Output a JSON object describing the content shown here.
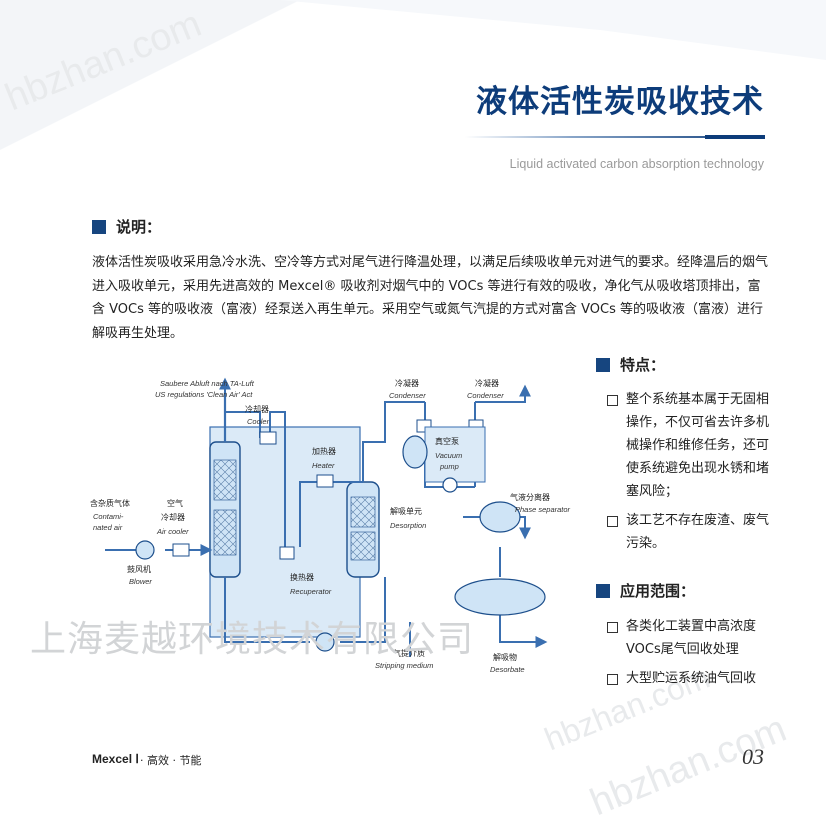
{
  "page": {
    "title": "液体活性炭吸收技术",
    "subtitle": "Liquid activated carbon absorption technology",
    "watermark": "hbzhan.com",
    "company": "上海麦越环境技术有限公司",
    "footer_brand": "Mexcel Ⅰ",
    "footer_tag": "· 高效 · 节能",
    "page_number": "03"
  },
  "description": {
    "heading": "说明：",
    "text": "液体活性炭吸收采用急冷水洗、空冷等方式对尾气进行降温处理，以满足后续吸收单元对进气的要求。经降温后的烟气进入吸收单元，采用先进高效的 Mexcel® 吸收剂对烟气中的 VOCs 等进行有效的吸收，净化气从吸收塔顶排出，富含 VOCs 等的吸收液（富液）经泵送入再生单元。采用空气或氮气汽提的方式对富含 VOCs 等的吸收液（富液）进行解吸再生处理。"
  },
  "features": {
    "heading": "特点：",
    "items": [
      "整个系统基本属于无固相操作，不仅可省去许多机械操作和维修任务，还可使系统避免出现水锈和堵塞风险；",
      "该工艺不存在废渣、废气污染。"
    ]
  },
  "applications": {
    "heading": "应用范围：",
    "items": [
      "各类化工装置中高浓度VOCs尾气回收处理",
      "大型贮运系统油气回收"
    ]
  },
  "diagram": {
    "clean_air_1": "Saubere Abluft nach TA-Luft",
    "clean_air_2": "US regulations 'Clean Air' Act",
    "cooler_cn": "冷却器",
    "cooler_en": "Cooler",
    "heater_cn": "加热器",
    "heater_en": "Heater",
    "condenser1_cn": "冷凝器",
    "condenser1_en": "Condenser",
    "condenser2_cn": "冷凝器",
    "condenser2_en": "Condenser",
    "vacuum_cn": "真空泵",
    "vacuum_en1": "Vacuum",
    "vacuum_en2": "pump",
    "desorption_cn": "解吸单元",
    "desorption_en": "Desorption",
    "contaminated_cn": "含杂质气体",
    "contaminated_en1": "Contami-",
    "contaminated_en2": "nated air",
    "aircooler_cn1": "空气",
    "aircooler_cn2": "冷却器",
    "aircooler_en": "Air cooler",
    "blower_cn": "鼓风机",
    "blower_en": "Blower",
    "recuperator_cn": "换热器",
    "recuperator_en": "Recuperator",
    "phasesep_cn": "气液分离器",
    "phasesep_en": "Phase separator",
    "stripping_cn": "气提介质",
    "stripping_en": "Stripping medium",
    "desorbate_cn": "解吸物",
    "desorbate_en": "Desorbate"
  },
  "colors": {
    "brand": "#0d3c7a",
    "pipe": "#3a6fb0",
    "tank_fill": "#cfe4f6",
    "panel_fill": "#dbeaf7"
  }
}
